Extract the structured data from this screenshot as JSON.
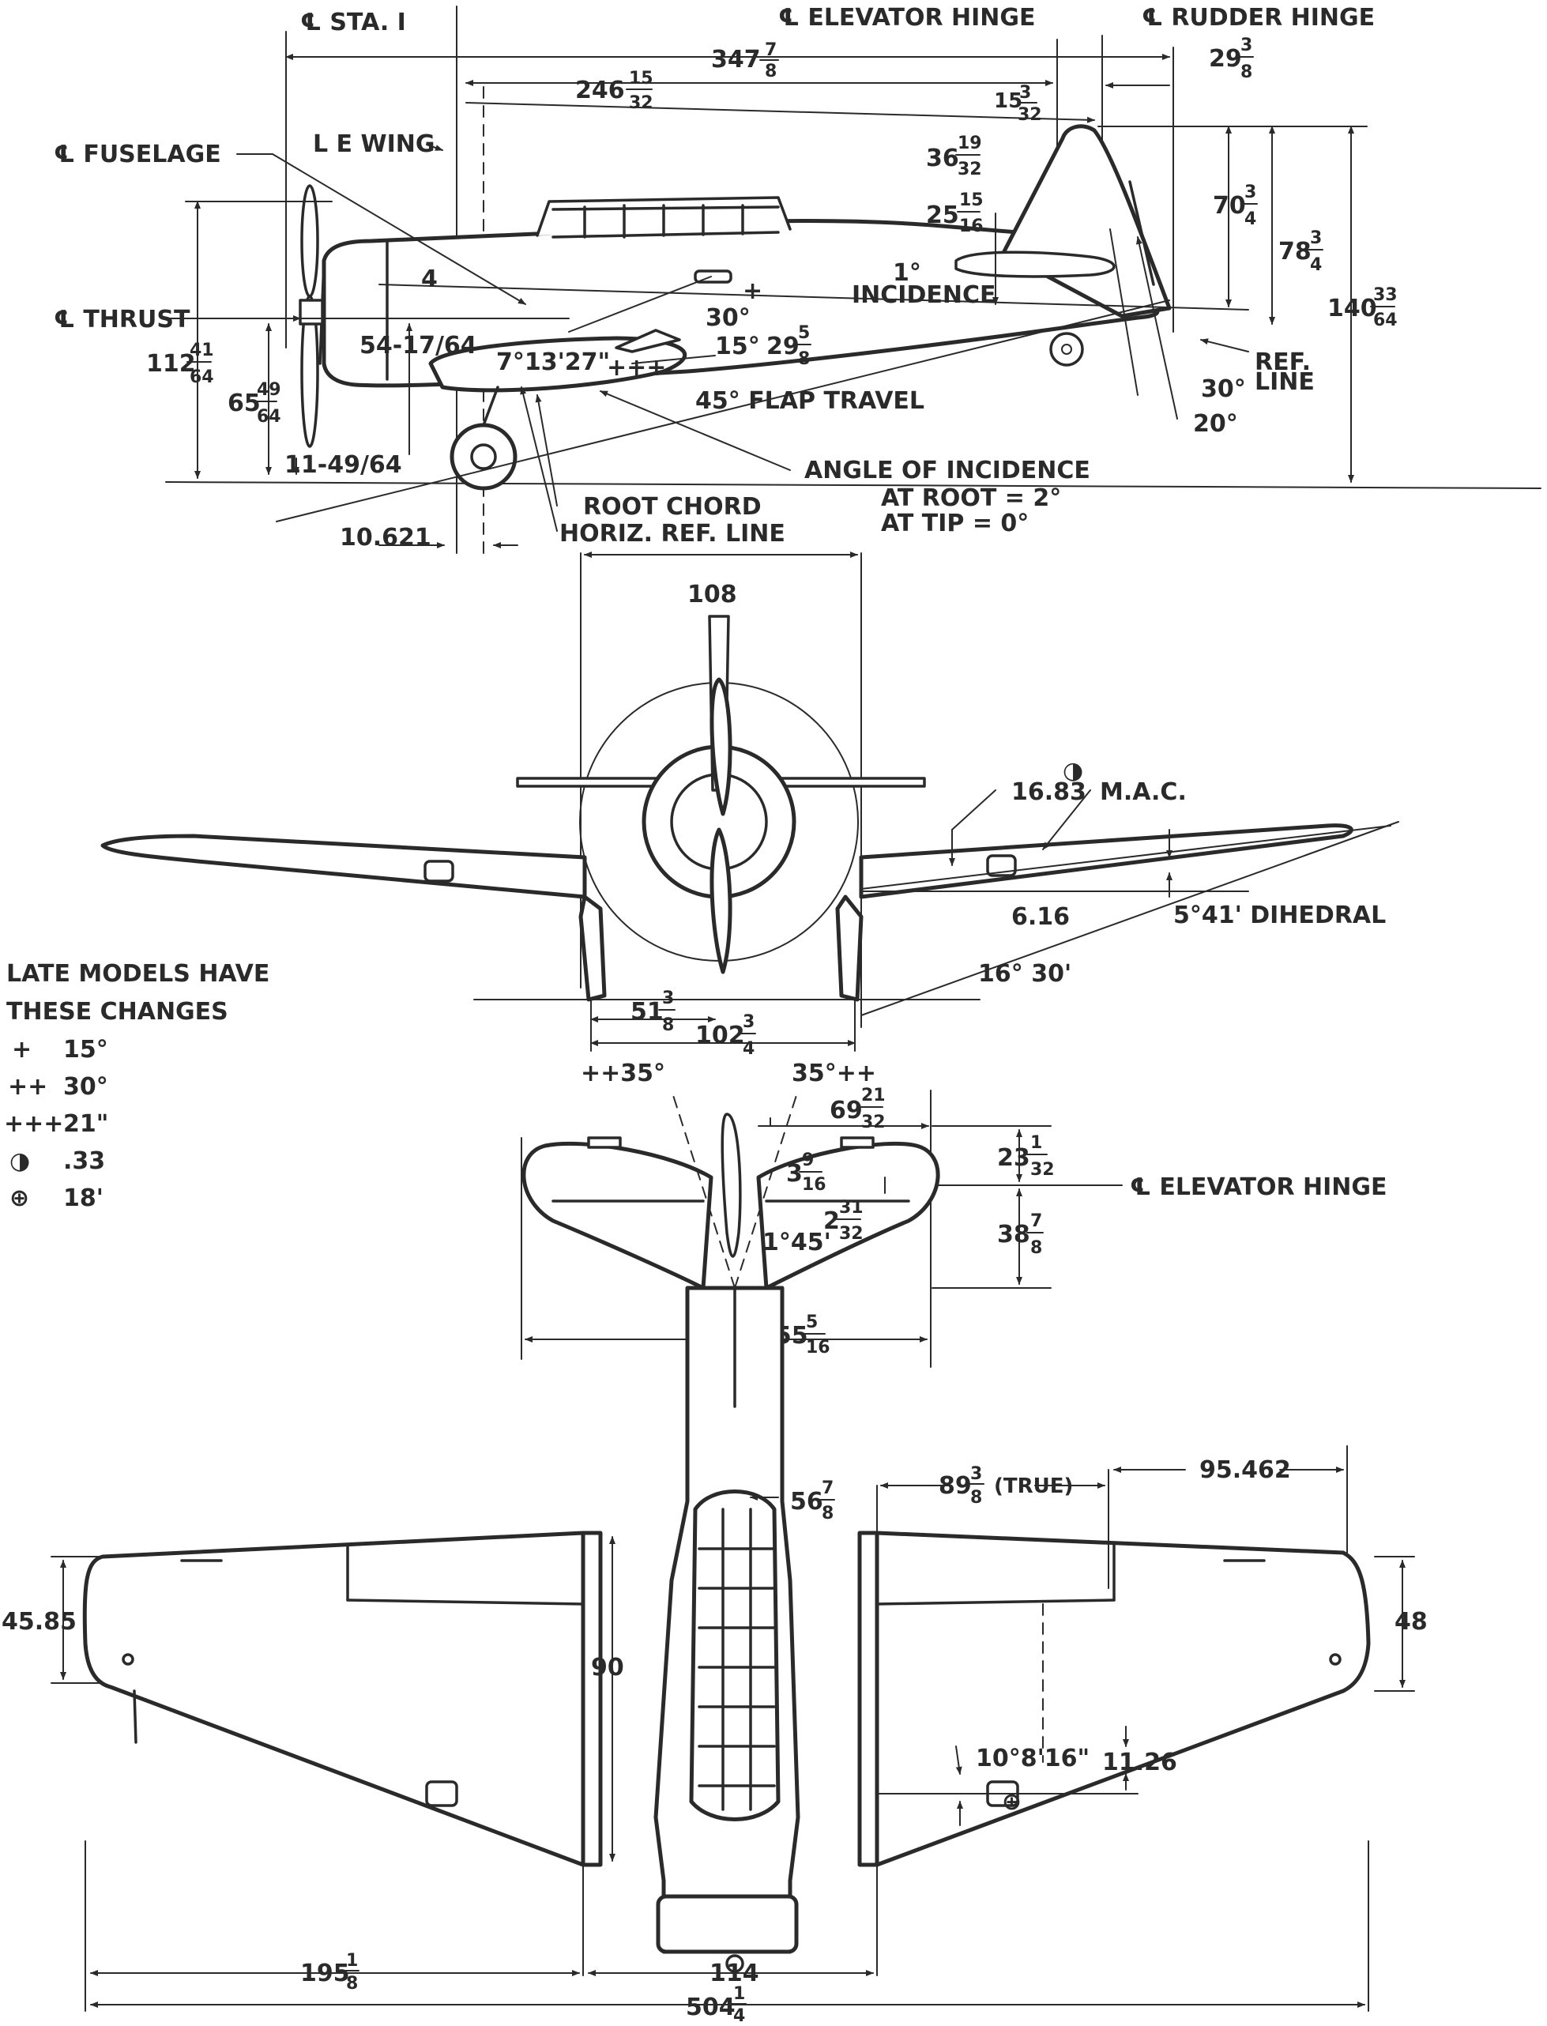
{
  "side_view": {
    "labels": {
      "sta1": "℄ STA. I",
      "elevator_hinge": "℄ ELEVATOR HINGE",
      "rudder_hinge": "℄ RUDDER HINGE",
      "fuselage": "℄ FUSELAGE",
      "le_wing": "L E WING",
      "thrust": "℄ THRUST",
      "incidence": "INCIDENCE",
      "flap_travel": "45° FLAP TRAVEL",
      "angle_of_incidence": "ANGLE OF INCIDENCE",
      "at_root": "AT ROOT = 2°",
      "at_tip": "AT TIP = 0°",
      "root_chord": "ROOT CHORD",
      "horiz_ref_line": "HORIZ. REF. LINE",
      "ref": "REF.",
      "line": "LINE"
    },
    "dims": {
      "d347": {
        "whole": "347",
        "num": "7",
        "den": "8"
      },
      "d246": {
        "whole": "246",
        "num": "15",
        "den": "32"
      },
      "d29": {
        "whole": "29",
        "num": "3",
        "den": "8"
      },
      "d15": {
        "whole": "15",
        "num": "3",
        "den": "32"
      },
      "d36": {
        "whole": "36",
        "num": "19",
        "den": "32"
      },
      "d25": {
        "whole": "25",
        "num": "15",
        "den": "16"
      },
      "d70": {
        "whole": "70",
        "num": "3",
        "den": "4"
      },
      "d78": {
        "whole": "78",
        "num": "3",
        "den": "4"
      },
      "d140": {
        "whole": "140",
        "num": "33",
        "den": "64"
      },
      "d112": {
        "whole": "112",
        "num": "41",
        "den": "64"
      },
      "d65": {
        "whole": "65",
        "num": "49",
        "den": "64"
      },
      "d29b": {
        "whole": "29",
        "num": "5",
        "den": "8"
      },
      "four": "4",
      "d54": "54-17/64",
      "d11": "11-49/64",
      "wing_angle": "7°13'27\"",
      "inc_1": "1°",
      "a30": "30°",
      "a15": "15°",
      "a30b": "30°",
      "a20": "20°",
      "d10621": "10.621",
      "plus1": "+",
      "plus3": "+++"
    }
  },
  "front_view": {
    "labels": {
      "mac": "M.A.C.",
      "dihedral": "5°41' DIHEDRAL",
      "angle16": "16° 30'"
    },
    "dims": {
      "d108": "108",
      "d1683": "16.83",
      "d616": "6.16",
      "d51": {
        "whole": "51",
        "num": "3",
        "den": "8"
      },
      "d102": {
        "whole": "102",
        "num": "3",
        "den": "4"
      },
      "half_symbol": "◑"
    }
  },
  "legend": {
    "title_line1": "LATE MODELS HAVE",
    "title_line2": "THESE CHANGES",
    "rows": [
      {
        "symbol": "+",
        "value": "15°"
      },
      {
        "symbol": "++",
        "value": "30°"
      },
      {
        "symbol": "+++",
        "value": "21\""
      },
      {
        "symbol": "◑",
        "value": ".33"
      },
      {
        "symbol": "⊕",
        "value": "18'"
      }
    ]
  },
  "tail_view": {
    "labels": {
      "elevator_hinge": "℄ ELEVATOR HINGE",
      "left_angle": "++35°",
      "right_angle": "35°++"
    },
    "dims": {
      "d69": {
        "whole": "69",
        "num": "21",
        "den": "32"
      },
      "d23": {
        "whole": "23",
        "num": "1",
        "den": "32"
      },
      "d3": {
        "whole": "3",
        "num": "9",
        "den": "16"
      },
      "d2": {
        "whole": "2",
        "num": "31",
        "den": "32"
      },
      "d38": {
        "whole": "38",
        "num": "7",
        "den": "8"
      },
      "d155": {
        "whole": "155",
        "num": "5",
        "den": "16"
      },
      "angle145": "1°45'"
    }
  },
  "plan_view": {
    "dims": {
      "d89": {
        "whole": "89",
        "num": "3",
        "den": "8",
        "suffix": "(TRUE)"
      },
      "d95462": "95.462",
      "d56": {
        "whole": "56",
        "num": "7",
        "den": "8"
      },
      "d4585": "45.85",
      "d90": "90",
      "d48": "48",
      "d1126": "11.26",
      "angle10": "10°8'16\"",
      "d195": {
        "whole": "195",
        "num": "1",
        "den": "8"
      },
      "d114": "114",
      "d504": {
        "whole": "504",
        "num": "1",
        "den": "4"
      },
      "crossed_symbol": "⊕"
    }
  }
}
